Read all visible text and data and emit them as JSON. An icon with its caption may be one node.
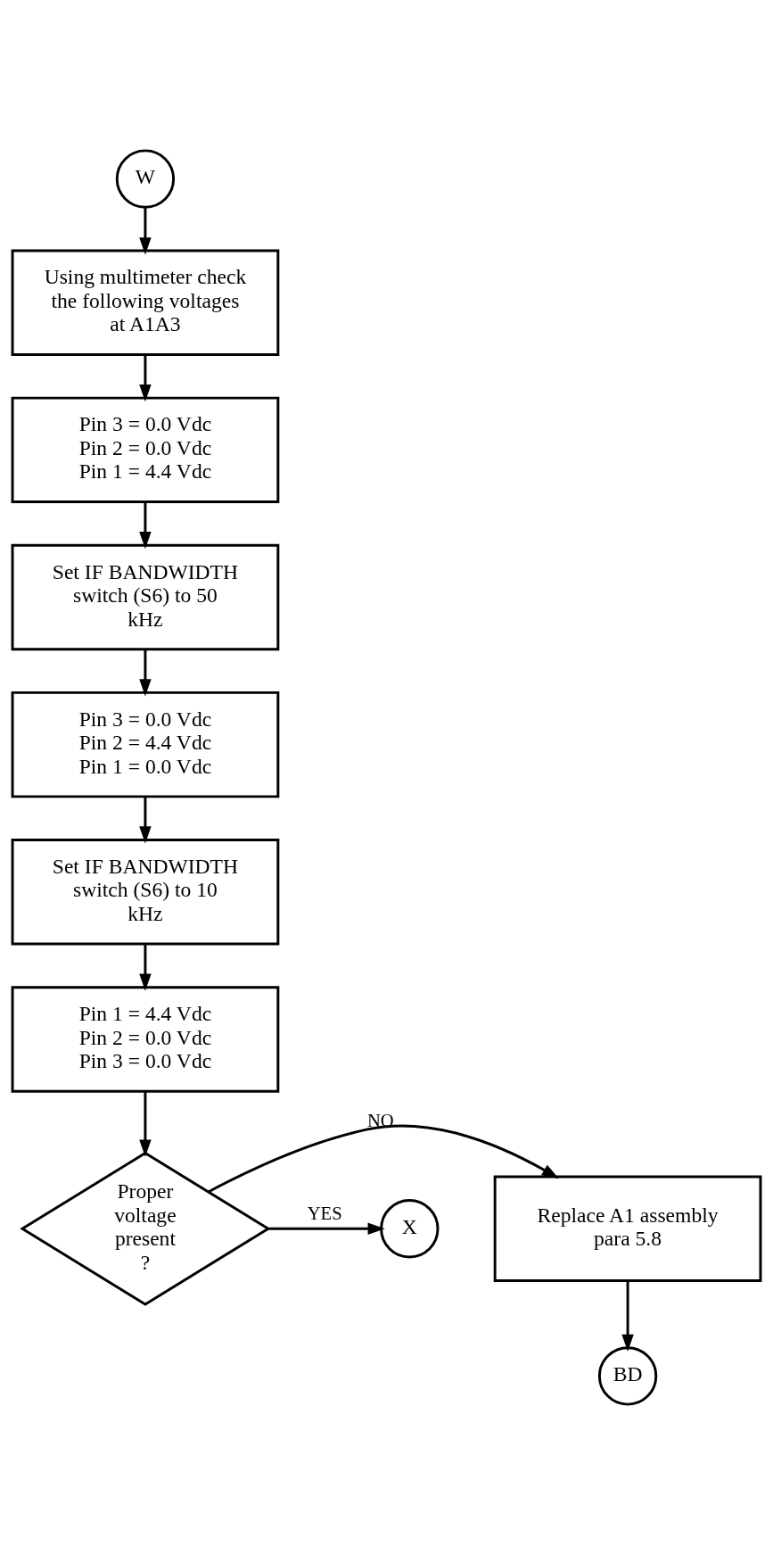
{
  "diagram": {
    "nodes": [
      {
        "text": [
          "W"
        ]
      },
      {
        "text": [
          "Using multimeter check the following voltages at A1A3"
        ]
      },
      {
        "text": [
          "Pin 3 = 0.0 Vdc",
          "Pin 2 = 0.0 Vdc",
          "Pin 1 = 4.4 Vdc"
        ]
      },
      {
        "text": [
          "Set IF BANDWIDTH switch (S6) to 50 kHz"
        ]
      },
      {
        "text": [
          "Pin 3 = 0.0 Vdc",
          "Pin 2 = 4.4 Vdc",
          "Pin 1 = 0.0 Vdc"
        ]
      },
      {
        "text": [
          "Set IF BANDWIDTH switch (S6) to 10 kHz"
        ]
      },
      {
        "text": [
          "Pin 1 = 4.4 Vdc",
          "Pin 2 = 0.0 Vdc",
          "Pin 3 = 0.0 Vdc"
        ]
      },
      {
        "text": [
          "Proper voltage present ?"
        ]
      },
      {
        "text": [
          "Replace A1 assembly para 5.8"
        ]
      },
      {
        "text": [
          "X"
        ]
      },
      {
        "text": [
          "BD"
        ]
      }
    ],
    "edges": [
      {
        "from": 0,
        "to": 1,
        "arrow": "to"
      },
      {
        "from": 1,
        "to": 2,
        "arrow": "to"
      },
      {
        "from": 2,
        "to": 3,
        "arrow": "to"
      },
      {
        "from": 3,
        "to": 4,
        "arrow": "to"
      },
      {
        "from": 4,
        "to": 5,
        "arrow": "to"
      },
      {
        "from": 5,
        "to": 6,
        "arrow": "to"
      },
      {
        "from": 6,
        "to": 7,
        "arrow": "to"
      },
      {
        "from": 7,
        "to": 8,
        "label": "NO",
        "arrow": "to"
      },
      {
        "from": 7,
        "to": 9,
        "label": "YES",
        "arrow": "to"
      },
      {
        "from": 8,
        "to": 10,
        "arrow": "to"
      }
    ]
  }
}
